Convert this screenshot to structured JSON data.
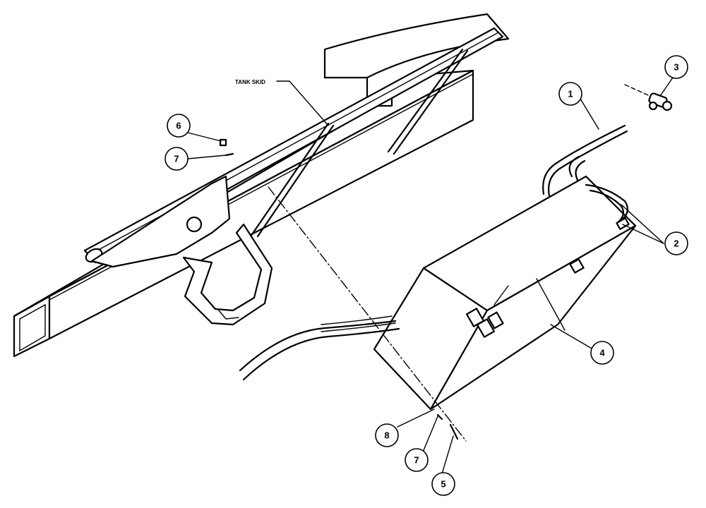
{
  "labels": {
    "tank_skid": "TANK SKID"
  },
  "callouts": [
    {
      "id": "c1",
      "number": "1"
    },
    {
      "id": "c2",
      "number": "2"
    },
    {
      "id": "c3",
      "number": "3"
    },
    {
      "id": "c4",
      "number": "4"
    },
    {
      "id": "c5",
      "number": "5"
    },
    {
      "id": "c6",
      "number": "6"
    },
    {
      "id": "c7a",
      "number": "7"
    },
    {
      "id": "c7b",
      "number": "7"
    },
    {
      "id": "c8",
      "number": "8"
    }
  ]
}
